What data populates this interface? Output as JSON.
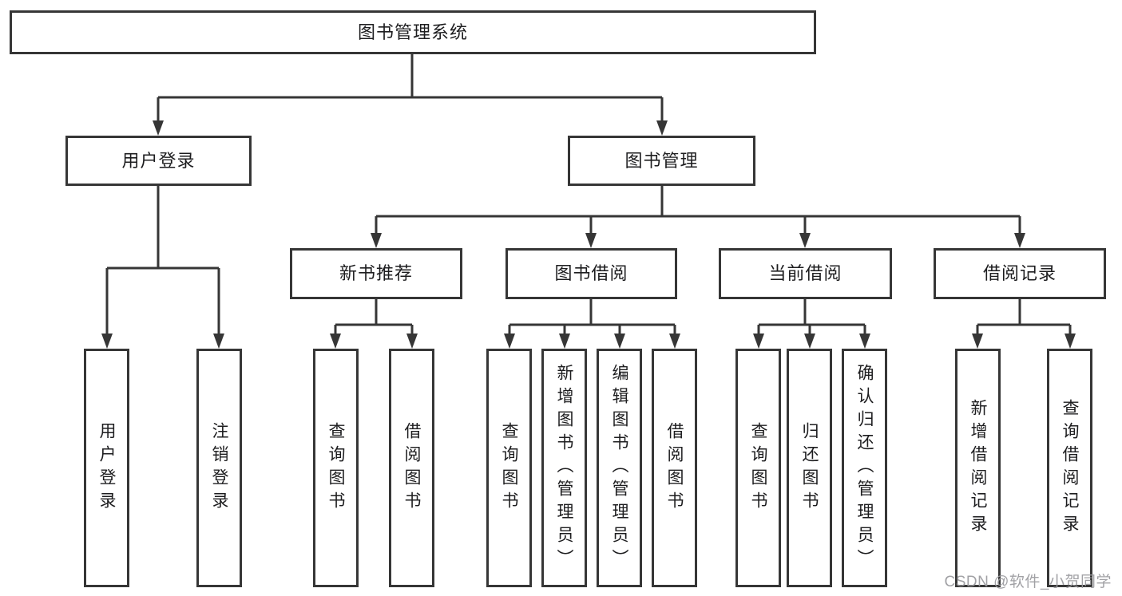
{
  "tree": {
    "label": "图书管理系统",
    "children": [
      {
        "label": "用户登录",
        "children": [
          {
            "label": "用户登录"
          },
          {
            "label": "注销登录"
          }
        ]
      },
      {
        "label": "图书管理",
        "children": [
          {
            "label": "新书推荐",
            "children": [
              {
                "label": "查询图书"
              },
              {
                "label": "借阅图书"
              }
            ]
          },
          {
            "label": "图书借阅",
            "children": [
              {
                "label": "查询图书"
              },
              {
                "label": "新增图书（管理员）"
              },
              {
                "label": "编辑图书（管理员）"
              },
              {
                "label": "借阅图书"
              }
            ]
          },
          {
            "label": "当前借阅",
            "children": [
              {
                "label": "查询图书"
              },
              {
                "label": "归还图书"
              },
              {
                "label": "确认归还（管理员）"
              }
            ]
          },
          {
            "label": "借阅记录",
            "children": [
              {
                "label": "新增借阅记录"
              },
              {
                "label": "查询借阅记录"
              }
            ]
          }
        ]
      }
    ]
  },
  "watermark": "CSDN @软件_小贺同学",
  "colors": {
    "line": "#363636",
    "text": "#1d1d1f",
    "background": "#ffffff",
    "watermark": "#9a9a9e"
  }
}
